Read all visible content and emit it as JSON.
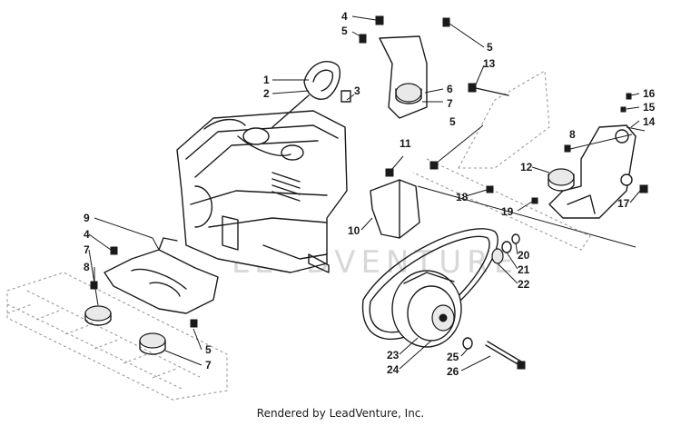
{
  "callouts": [
    "1",
    "2",
    "3",
    "4",
    "5",
    "5",
    "6",
    "7",
    "5",
    "13",
    "16",
    "15",
    "14",
    "8",
    "11",
    "12",
    "17",
    "18",
    "19",
    "10",
    "9",
    "4",
    "7",
    "8",
    "20",
    "21",
    "22",
    "5",
    "7",
    "23",
    "24",
    "25",
    "26"
  ],
  "watermark": "LEADVENTURE",
  "footer": "Rendered by LeadVenture, Inc.",
  "colors": {
    "line": "#1a1a1a",
    "watermark": "#d8d8d8",
    "ghost": "#9a9a9a",
    "background": "#ffffff"
  }
}
